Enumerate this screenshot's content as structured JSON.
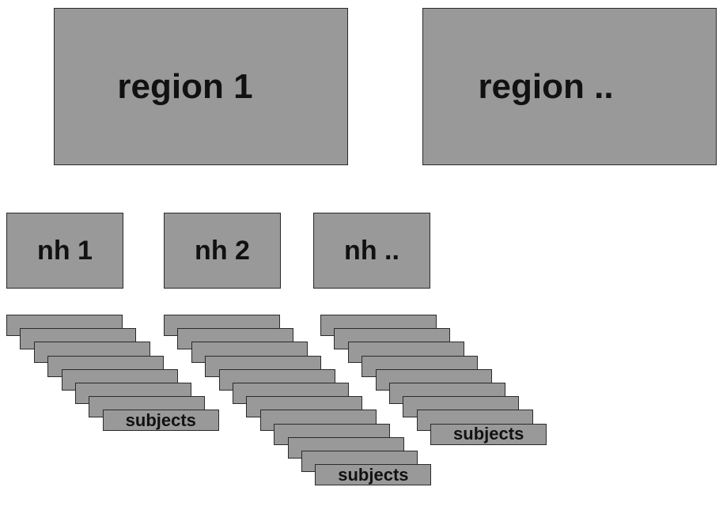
{
  "regions": [
    {
      "label": "region 1"
    },
    {
      "label": "region .."
    }
  ],
  "neighborhoods": [
    {
      "label": "nh 1",
      "subject_cards": 8,
      "subject_label": "subjects"
    },
    {
      "label": "nh 2",
      "subject_cards": 12,
      "subject_label": "subjects"
    },
    {
      "label": "nh ..",
      "subject_cards": 9,
      "subject_label": "subjects"
    }
  ],
  "colors": {
    "box_fill": "#999999",
    "box_border": "#2a2a2a",
    "text": "#111111"
  }
}
